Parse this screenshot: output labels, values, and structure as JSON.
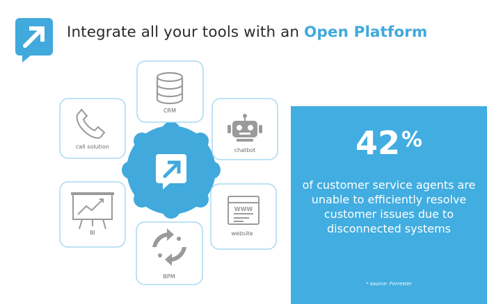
{
  "header": {
    "title_prefix": "Integrate all your tools with an ",
    "title_highlight": "Open Platform"
  },
  "hub": {
    "center_icon": "brand-arrow-icon",
    "tiles": [
      {
        "id": "crm",
        "label": "CRM",
        "icon": "database-icon"
      },
      {
        "id": "call",
        "label": "call solution",
        "icon": "phone-icon"
      },
      {
        "id": "chatbot",
        "label": "chatbot",
        "icon": "robot-icon"
      },
      {
        "id": "bi",
        "label": "BI",
        "icon": "chart-board-icon"
      },
      {
        "id": "website",
        "label": "website",
        "icon": "browser-window-icon",
        "window_text": "WWW"
      },
      {
        "id": "bpm",
        "label": "BPM",
        "icon": "cycle-arrows-icon"
      }
    ]
  },
  "stat": {
    "number": "42",
    "unit": "%",
    "description": "of customer service agents are unable to efficiently resolve customer issues due to disconnected systems",
    "source": "* source: Forrester"
  },
  "colors": {
    "accent": "#41a9dc",
    "panel": "#41ade0",
    "tile_border": "#a8d8f0",
    "icon_gray": "#9a9a9a",
    "text_dark": "#2b2b2b"
  }
}
